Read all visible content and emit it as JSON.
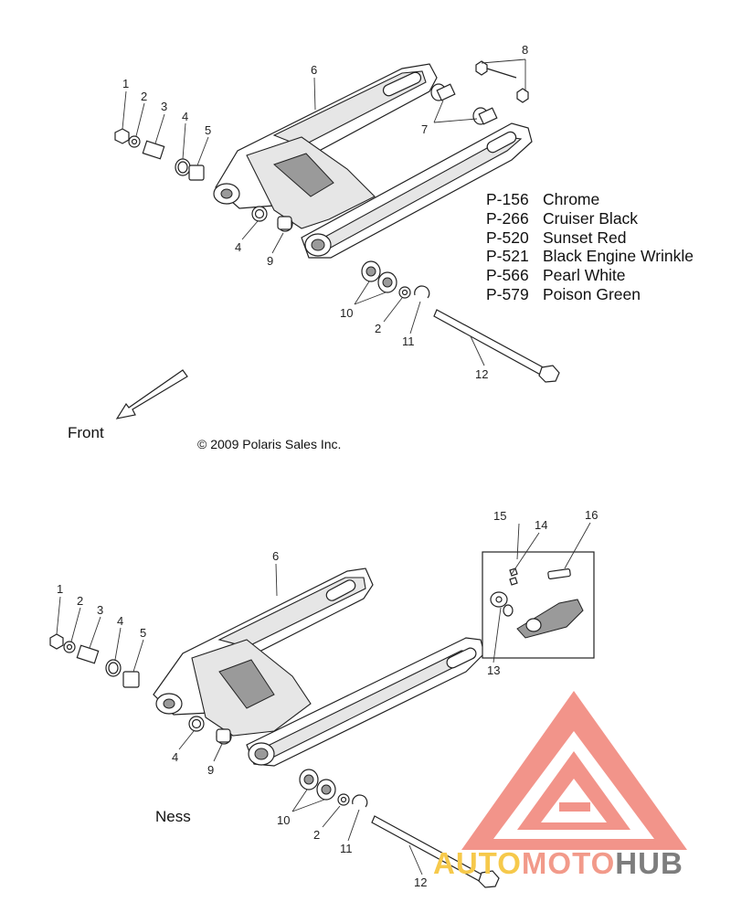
{
  "legend": [
    {
      "code": "P-156",
      "name": "Chrome"
    },
    {
      "code": "P-266",
      "name": "Cruiser Black"
    },
    {
      "code": "P-520",
      "name": "Sunset Red"
    },
    {
      "code": "P-521",
      "name": "Black Engine Wrinkle"
    },
    {
      "code": "P-566",
      "name": "Pearl White"
    },
    {
      "code": "P-579",
      "name": "Poison Green"
    }
  ],
  "labels": {
    "front": "Front",
    "copyright": "© 2009 Polaris Sales Inc.",
    "ness": "Ness"
  },
  "callouts_top": [
    "1",
    "2",
    "3",
    "4",
    "5",
    "6",
    "4",
    "9",
    "8",
    "7",
    "10",
    "2",
    "11",
    "12"
  ],
  "callouts_bottom": [
    "1",
    "2",
    "3",
    "4",
    "5",
    "6",
    "4",
    "9",
    "15",
    "14",
    "16",
    "13",
    "10",
    "2",
    "11",
    "12"
  ],
  "watermark": {
    "part1": "AUTO",
    "part2": "MOTO",
    "part3": "HUB",
    "colors": {
      "logo": "#f07a6e",
      "auto": "#f6c94b",
      "moto": "#f29a8a",
      "hub": "#7d7d7d"
    }
  }
}
